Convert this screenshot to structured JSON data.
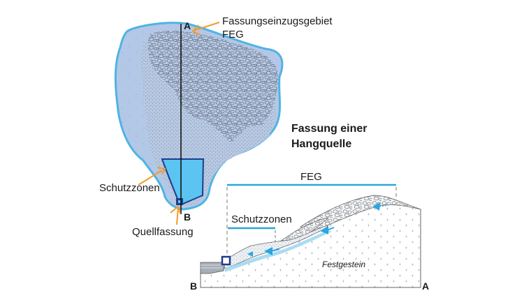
{
  "title": {
    "line1": "Fassung einer",
    "line2": "Hangquelle"
  },
  "plan_view": {
    "label_catchment_line1": "Fassungseinzugsgebiet",
    "label_catchment_line2": "FEG",
    "label_protection_zones": "Schutzzonen",
    "label_spring_capture": "Quellfassung",
    "section_start": "A",
    "section_end": "B"
  },
  "cross_section": {
    "label_feg": "FEG",
    "label_protection_zones": "Schutzzonen",
    "label_bedrock": "Festgestein",
    "left_marker": "B",
    "right_marker": "A"
  },
  "colors": {
    "outline_blue": "#4fb3e3",
    "catchment_fill": "#b3c8e6",
    "zone_fill": "#5bc4f1",
    "zone_stroke": "#1f3c8c",
    "arrow_orange": "#f39b2b",
    "bracket_blue": "#2aa6d8",
    "flow_arrow": "#2aa6e0"
  }
}
